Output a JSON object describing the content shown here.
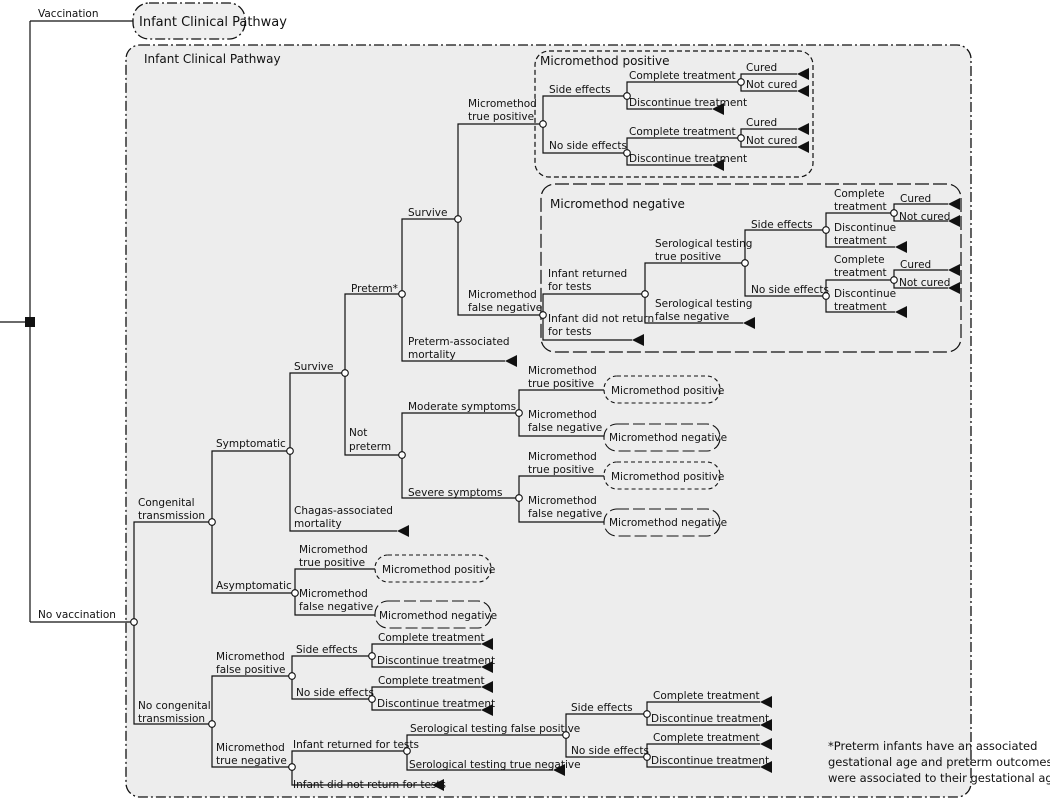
{
  "labels": {
    "vaccination": "Vaccination",
    "no_vaccination": "No vaccination",
    "icp_top": "Infant Clinical Pathway",
    "icp_main": "Infant Clinical Pathway",
    "congenital": [
      "Congenital",
      "transmission"
    ],
    "no_congenital": [
      "No congenital",
      "transmission"
    ],
    "symptomatic": "Symptomatic",
    "asymptomatic": "Asymptomatic",
    "survive": "Survive",
    "chagas_mortality": [
      "Chagas-associated",
      "mortality"
    ],
    "preterm": "Preterm*",
    "not_preterm": [
      "Not",
      "preterm"
    ],
    "survive2": "Survive",
    "preterm_mortality": [
      "Preterm-associated",
      "mortality"
    ],
    "mm_true_positive": [
      "Micromethod",
      "true positive"
    ],
    "mm_false_negative": [
      "Micromethod",
      "false negative"
    ],
    "mm_positive_box": "Micromethod positive",
    "mm_negative_box": "Micromethod negative",
    "side_effects": "Side effects",
    "no_side_effects": "No side effects",
    "complete_treatment": "Complete treatment",
    "complete_treatment_2l": [
      "Complete",
      "treatment"
    ],
    "discontinue_treatment": "Discontinue treatment",
    "discontinue_treatment_2l": [
      "Discontinue",
      "treatment"
    ],
    "cured": "Cured",
    "not_cured": "Not cured",
    "infant_returned": [
      "Infant returned",
      "for tests"
    ],
    "infant_not_returned": [
      "Infant did not return",
      "for tests"
    ],
    "sero_true_positive": [
      "Serological testing",
      "true positive"
    ],
    "sero_false_negative": [
      "Serological testing",
      "false negative"
    ],
    "moderate": "Moderate symptoms",
    "severe": "Severe symptoms",
    "mm_false_positive": [
      "Micromethod",
      "false positive"
    ],
    "mm_true_negative": [
      "Micromethod",
      "true negative"
    ],
    "infant_returned_1l": "Infant returned for tests",
    "infant_not_returned_1l": "Infant did not return for tests",
    "sero_false_positive_1l": "Serological testing false positive",
    "sero_true_negative_1l": "Serological testing true negative"
  },
  "footnote": [
    "*Preterm infants have an associated",
    "gestational age and preterm outcomes",
    "were associated to their gestational age"
  ]
}
